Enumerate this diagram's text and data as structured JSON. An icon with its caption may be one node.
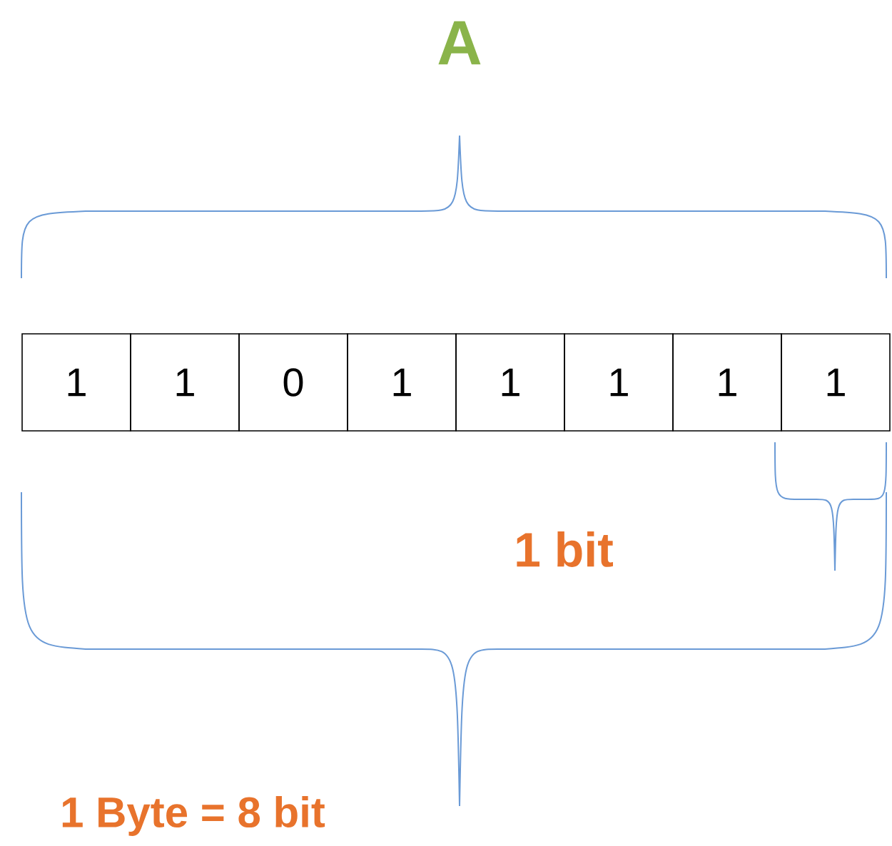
{
  "diagram": {
    "nodes": [
      {
        "text": [
          "1"
        ]
      },
      {
        "text": [
          "1"
        ]
      },
      {
        "text": [
          "0"
        ]
      },
      {
        "text": [
          "1"
        ]
      },
      {
        "text": [
          "1"
        ]
      },
      {
        "text": [
          "1"
        ]
      },
      {
        "text": [
          "1"
        ]
      },
      {
        "text": [
          "1"
        ]
      }
    ],
    "edges": [],
    "labels": [
      "A",
      "1 bit",
      "1 Byte = 8 bit"
    ]
  }
}
